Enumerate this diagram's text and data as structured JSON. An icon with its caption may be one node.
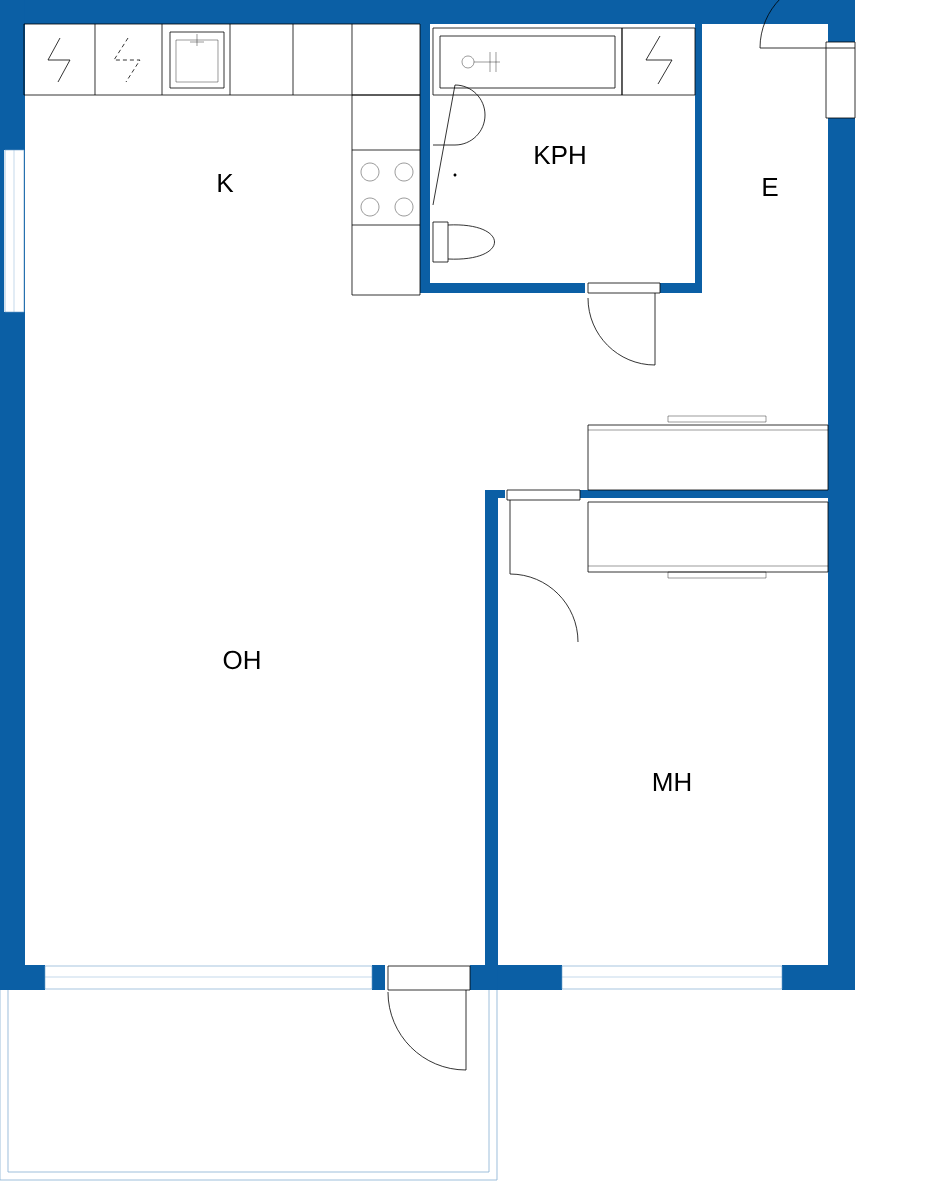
{
  "diagram": {
    "labels": [
      "K",
      "KPH",
      "E",
      "OH",
      "MH"
    ]
  }
}
